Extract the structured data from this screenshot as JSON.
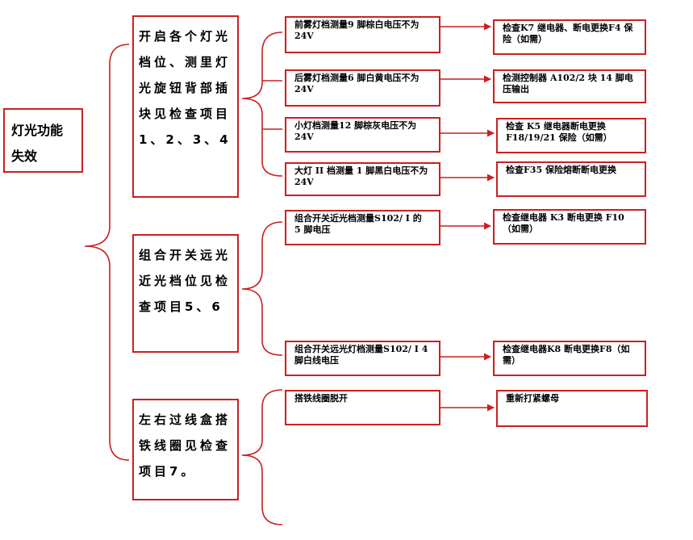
{
  "root": {
    "label": "灯光功能失效"
  },
  "branches": [
    {
      "label": "开启各个灯光档位、测里灯光旋钮背部插块见检查项目1、2、3、4",
      "checks": [
        {
          "step": "前雾灯档测量9 脚棕白电压不为24V",
          "action": "检查K7 继电器、断电更换F4 保险（如需）"
        },
        {
          "step": "后雾灯档测量6 脚白黄电压不为24V",
          "action": "检测控制器 A102/2 块 14 脚电压输出"
        },
        {
          "step": "小灯档测量12 脚棕灰电压不为24V",
          "action": "检查 K5 继电器断电更换 F18/19/21 保险（如需）"
        },
        {
          "step": "大灯 II 档测量 1 脚黑白电压不为24V",
          "action": "检查F35 保险熔断断电更换"
        }
      ]
    },
    {
      "label": "组合开关远光近光档位见检查项目5、6",
      "checks": [
        {
          "step": "组合开关近光档测量S102/ I 的 5 脚电压",
          "action": "检查继电器 K3 断电更换 F10（如需）"
        },
        {
          "step": "组合开关远光灯档测量S102/ I 4 脚白线电压",
          "action": "检查继电器K8 断电更换F8（如需）"
        }
      ]
    },
    {
      "label": "左右过线盒搭铁线圈见检查项目7。",
      "checks": [
        {
          "step": "搭铁线圈脱开",
          "action": "重新打紧螺母"
        }
      ]
    }
  ]
}
